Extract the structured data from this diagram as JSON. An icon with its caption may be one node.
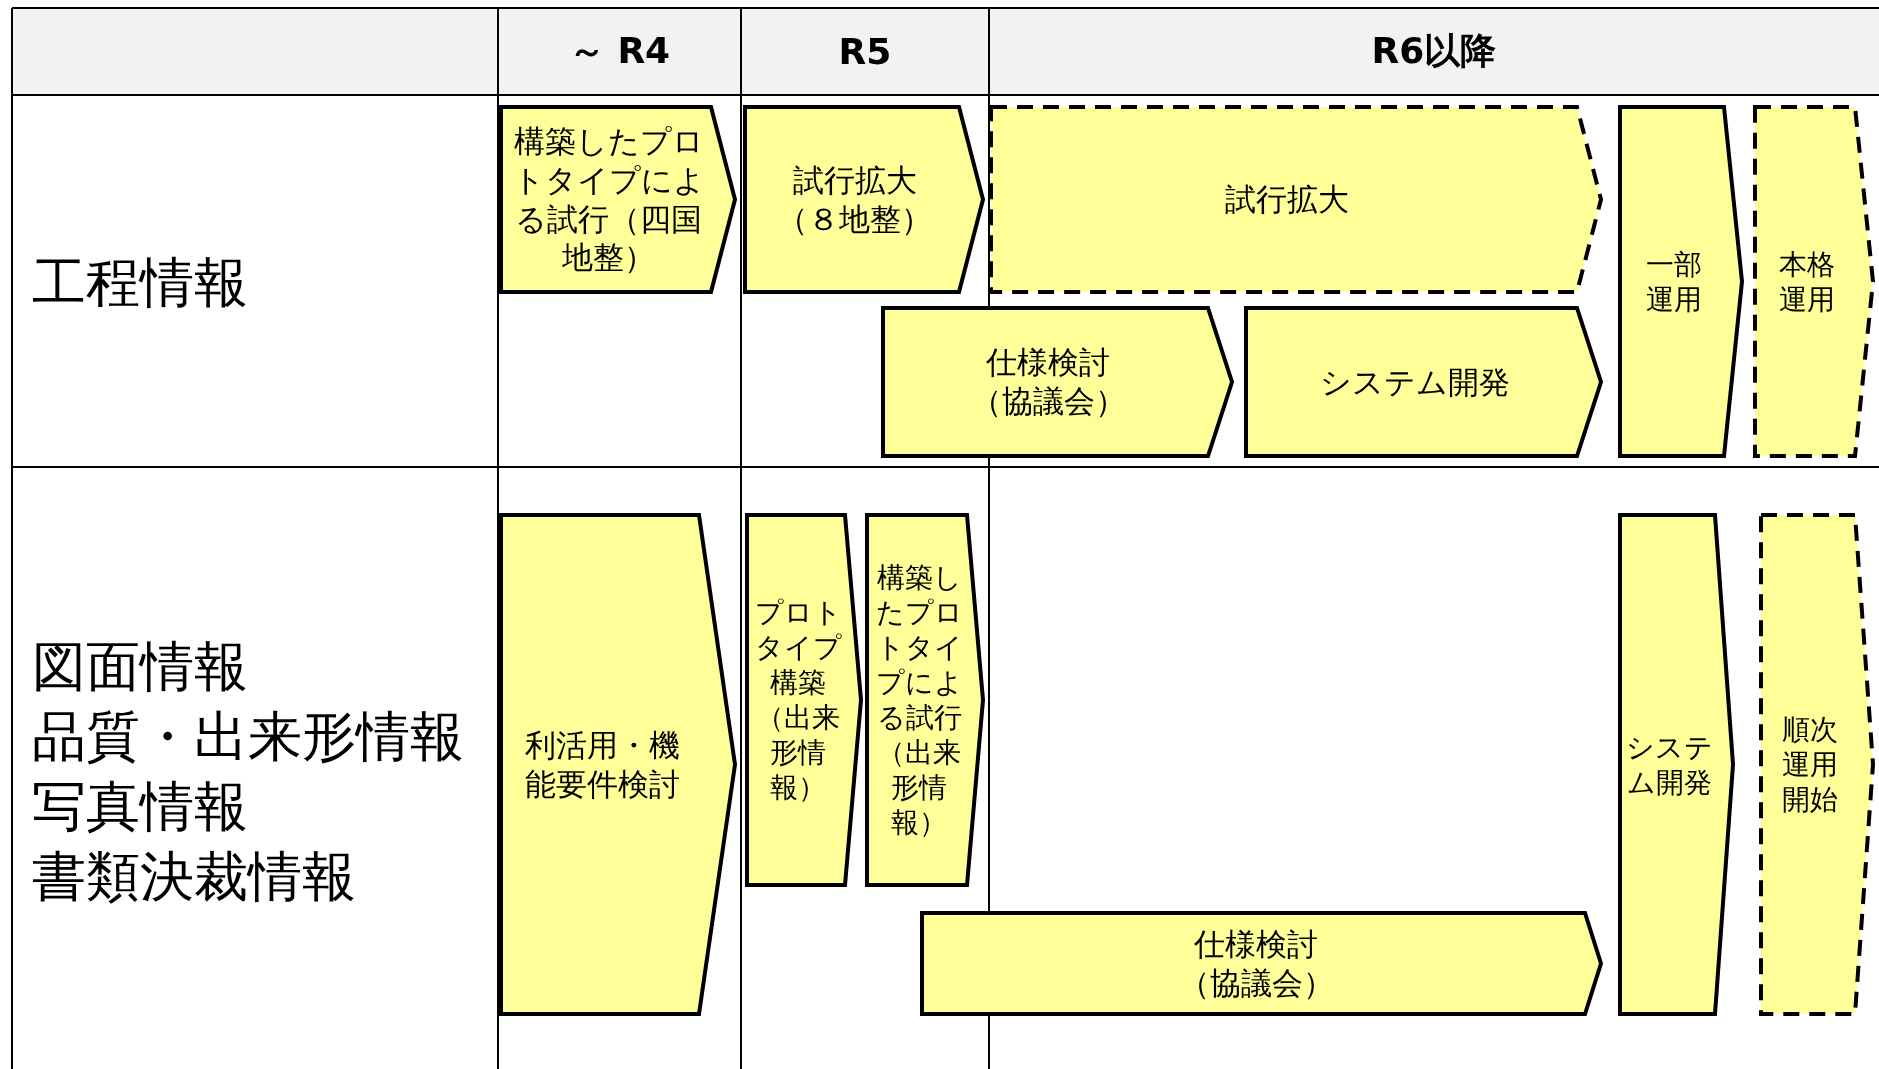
{
  "diagram": {
    "nodes": [
      {
        "text": [
          "構築したプロトタイプによる試行（四国地整）"
        ]
      },
      {
        "text": [
          "試行拡大（８地整）"
        ]
      },
      {
        "text": [
          "試行拡大"
        ]
      },
      {
        "text": [
          "仕様検討（協議会）"
        ]
      },
      {
        "text": [
          "システム開発"
        ]
      },
      {
        "text": [
          "一部運用"
        ]
      },
      {
        "text": [
          "本格運用"
        ]
      },
      {
        "text": [
          "利活用・機能要件検討"
        ]
      },
      {
        "text": [
          "プロトタイプ構築（出来形情報）"
        ]
      },
      {
        "text": [
          "構築したプロトタイプによる試行（出来形情報）"
        ]
      },
      {
        "text": [
          "仕様検討（協議会）"
        ]
      },
      {
        "text": [
          "システム開発"
        ]
      },
      {
        "text": [
          "順次運用開始"
        ]
      }
    ],
    "edges": [],
    "labels": [
      "～ R4",
      "R5",
      "R6以降",
      "工程情報",
      "図面情報",
      "品質・出来形情報",
      "写真情報",
      "書類決裁情報"
    ]
  }
}
